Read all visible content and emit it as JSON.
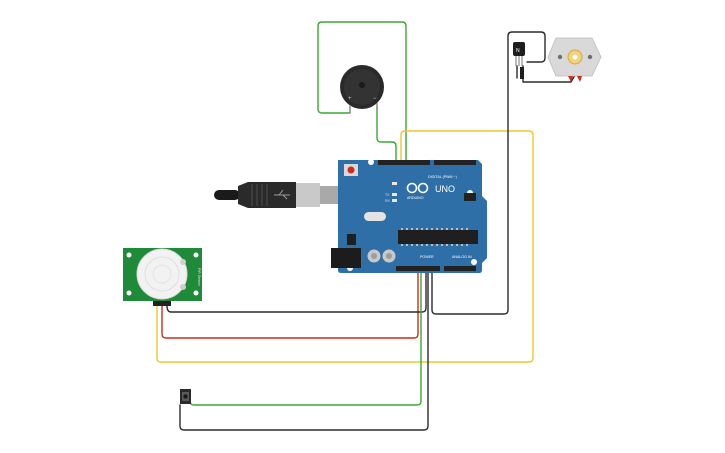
{
  "colors": {
    "background": "#ffffff",
    "wire_green": "#3aa832",
    "wire_yellow": "#f2c62a",
    "wire_red": "#d12a1f",
    "wire_black": "#2b2b2b",
    "board_blue": "#2f6fa8",
    "board_dark": "#255a8a",
    "pir_green": "#1f8a3a",
    "header_black": "#222222"
  },
  "components": {
    "arduino": {
      "model_label": "UNO",
      "brand_label": "ARDUINO",
      "digital_label": "DIGITAL (PWM ~)",
      "power_label": "POWER",
      "analog_label": "ANALOG IN",
      "tx_label": "TX",
      "rx_label": "RX",
      "icon": "arduino-infinity-logo"
    },
    "buzzer": {
      "plus_label": "+",
      "minus_label": "−",
      "icon": "piezo-buzzer"
    },
    "pir_sensor": {
      "side_text": "PIR Sensor",
      "icon": "pir-dome"
    },
    "transistor": {
      "label": "N",
      "icon": "transistor"
    },
    "motor": {
      "icon": "dc-motor"
    },
    "pushbutton": {
      "icon": "pushbutton"
    },
    "usb_cable": {
      "icon": "usb-cable"
    }
  }
}
